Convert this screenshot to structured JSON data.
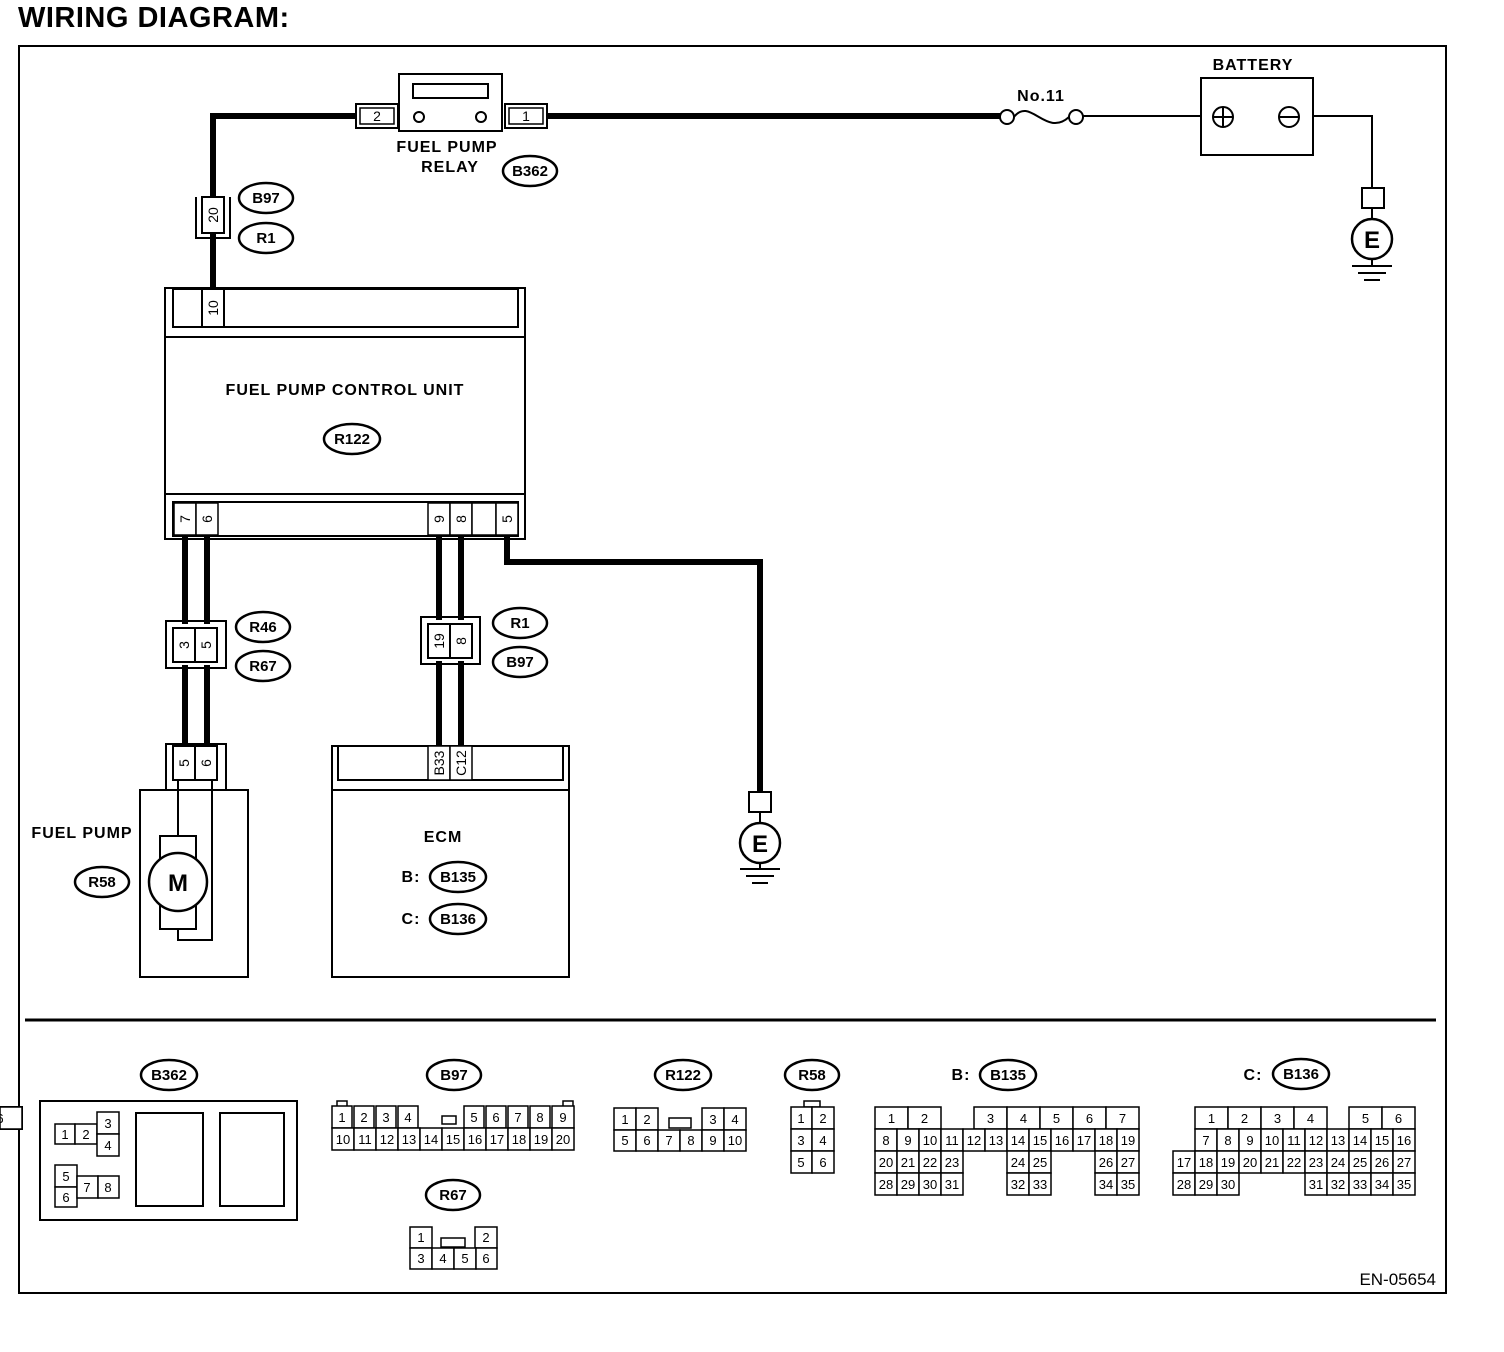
{
  "title": "WIRING DIAGRAM:",
  "doc_code": "EN-05654",
  "components": {
    "fuel_pump_relay": {
      "label_line1": "FUEL PUMP",
      "label_line2": "RELAY",
      "connector": "B362",
      "pin_left": "2",
      "pin_right": "1"
    },
    "fuse": {
      "label": "No.11"
    },
    "battery": {
      "label": "BATTERY",
      "pos_symbol": "+",
      "neg_symbol": "−"
    },
    "ground_top": {
      "label": "E"
    },
    "ground_mid": {
      "label": "E"
    },
    "inline_b97_r1": {
      "pin": "20",
      "connector_a": "B97",
      "connector_b": "R1"
    },
    "fpcu": {
      "label": "FUEL PUMP CONTROL UNIT",
      "connector": "R122",
      "pin_top": "10",
      "pins_bottom": [
        "7",
        "6",
        "9",
        "8",
        "5"
      ]
    },
    "inline_r46_r67": {
      "pins": [
        "3",
        "5"
      ],
      "connector_a": "R46",
      "connector_b": "R67"
    },
    "inline_r1_b97": {
      "pins": [
        "19",
        "8"
      ],
      "connector_a": "R1",
      "connector_b": "B97"
    },
    "fuel_pump": {
      "label": "FUEL PUMP",
      "connector": "R58",
      "motor": "M",
      "pins": [
        "5",
        "6"
      ]
    },
    "ecm": {
      "label": "ECM",
      "pins": [
        "B33",
        "C12"
      ],
      "prefix_b": "B:",
      "connector_b": "B135",
      "prefix_c": "C:",
      "connector_c": "B136"
    }
  },
  "connector_views": {
    "B362": {
      "name": "B362",
      "pins": [
        "1",
        "2",
        "3",
        "4",
        "5",
        "6",
        "7",
        "8"
      ]
    },
    "B97": {
      "name": "B97",
      "rows": [
        [
          "1",
          "2",
          "3",
          "4",
          "5",
          "6",
          "7",
          "8",
          "9"
        ],
        [
          "10",
          "11",
          "12",
          "13",
          "14",
          "15",
          "16",
          "17",
          "18",
          "19",
          "20"
        ]
      ]
    },
    "R122": {
      "name": "R122",
      "rows": [
        [
          "1",
          "2",
          "3",
          "4"
        ],
        [
          "5",
          "6",
          "7",
          "8",
          "9",
          "10"
        ]
      ]
    },
    "R58": {
      "name": "R58",
      "rows": [
        [
          "1",
          "2"
        ],
        [
          "3",
          "4"
        ],
        [
          "5",
          "6"
        ]
      ]
    },
    "R67": {
      "name": "R67",
      "rows": [
        [
          "1",
          "2"
        ],
        [
          "3",
          "4",
          "5",
          "6"
        ]
      ]
    },
    "B135": {
      "prefix": "B:",
      "name": "B135",
      "rows": [
        [
          "1",
          "2",
          "3",
          "4",
          "5",
          "6",
          "7"
        ],
        [
          "8",
          "9",
          "10",
          "11",
          "12",
          "13",
          "14",
          "15",
          "16",
          "17",
          "18",
          "19"
        ],
        [
          "20",
          "21",
          "22",
          "23",
          "24",
          "25",
          "26",
          "27"
        ],
        [
          "28",
          "29",
          "30",
          "31",
          "32",
          "33",
          "34",
          "35"
        ]
      ]
    },
    "B136": {
      "prefix": "C:",
      "name": "B136",
      "rows": [
        [
          "1",
          "2",
          "3",
          "4",
          "5",
          "6"
        ],
        [
          "7",
          "8",
          "9",
          "10",
          "11",
          "12",
          "13",
          "14",
          "15",
          "16"
        ],
        [
          "17",
          "18",
          "19",
          "20",
          "21",
          "22",
          "23",
          "24",
          "25",
          "26",
          "27"
        ],
        [
          "28",
          "29",
          "30",
          "31",
          "32",
          "33",
          "34",
          "35"
        ]
      ]
    }
  }
}
